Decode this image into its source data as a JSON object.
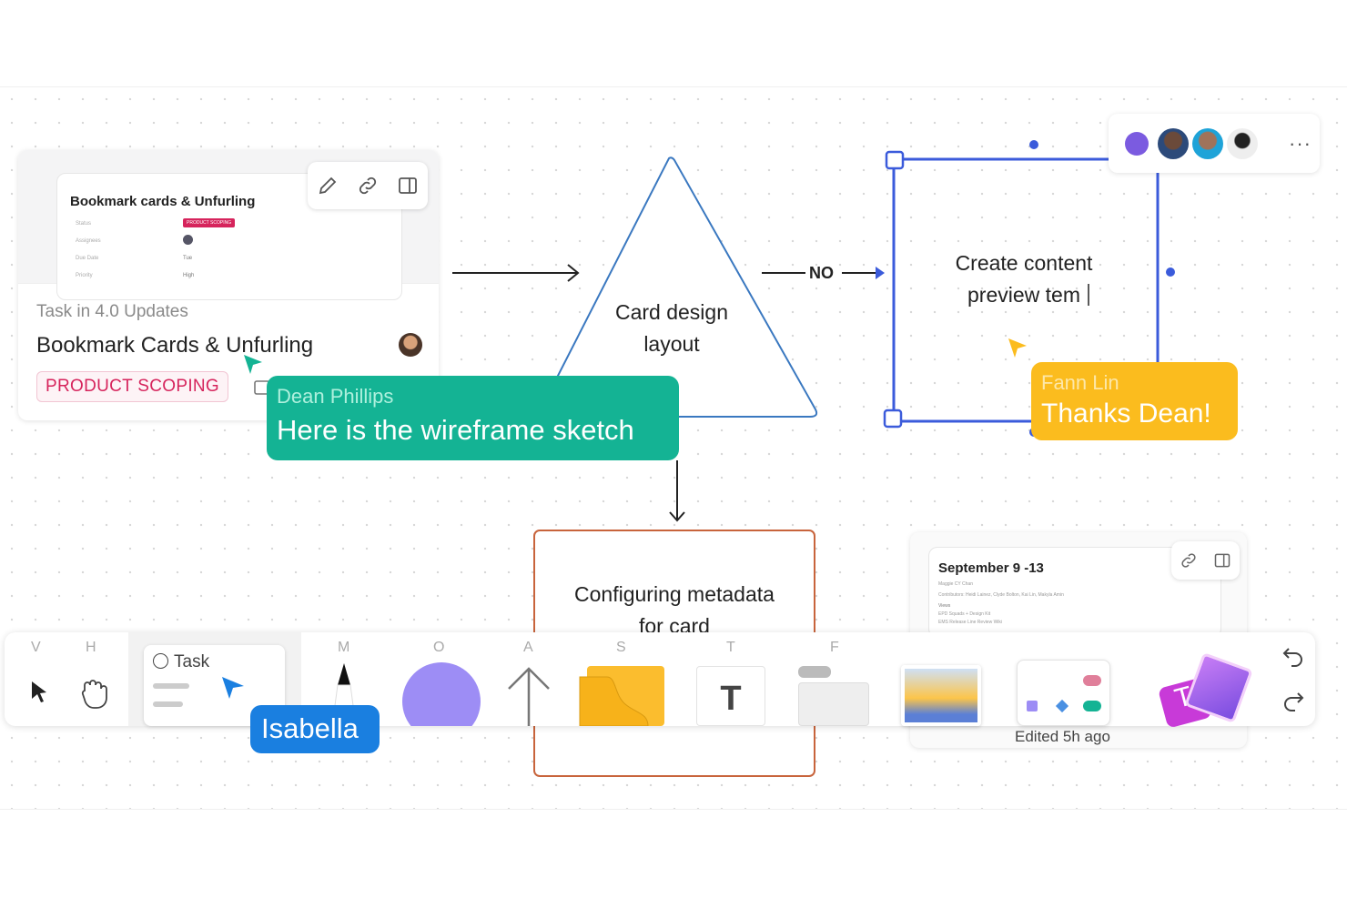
{
  "task_card": {
    "preview_title": "Bookmark cards & Unfurling",
    "preview_rows": [
      "Status",
      "Assignees",
      "Due Date",
      "Priority"
    ],
    "preview_status": "PRODUCT SCOPING",
    "preview_due": "Tue",
    "preview_priority": "High",
    "subtitle": "Task in 4.0 Updates",
    "title": "Bookmark Cards & Unfurling",
    "tag": "PRODUCT SCOPING",
    "actions": [
      "pencil-icon",
      "link-icon",
      "panel-icon"
    ]
  },
  "flow": {
    "triangle_text": [
      "Card design",
      "layout"
    ],
    "no_label": "NO",
    "selected_text": [
      "Create content",
      "preview tem"
    ],
    "box_text": [
      "Configuring metadata",
      "for card"
    ]
  },
  "comments": {
    "dean": {
      "name": "Dean Phillips",
      "message": "Here is the wireframe sketch",
      "color": "#14b394"
    },
    "fann": {
      "name": "Fann Lin",
      "message": "Thanks Dean!",
      "color": "#fbbc1e"
    },
    "isabella": {
      "name": "Isabella",
      "color": "#1a7fe0"
    }
  },
  "doc_card": {
    "title": "September 9 -13",
    "author": "Maggie CY Chan",
    "contributors": "Contributors: Heidi Lainez, Clyde Bolton, Kai Lin, Makyla Amin",
    "views_label": "Views",
    "views": [
      "EPD Squads + Design Kit",
      "EMS Release Line Review Wiki"
    ],
    "footer": "Edited 5h ago"
  },
  "toolbar": {
    "keys": [
      "V",
      "H",
      "M",
      "O",
      "A",
      "S",
      "T",
      "F"
    ],
    "task_label": "Task"
  },
  "colors": {
    "accent": "#3b5bdb",
    "box_border": "#c8643c"
  }
}
